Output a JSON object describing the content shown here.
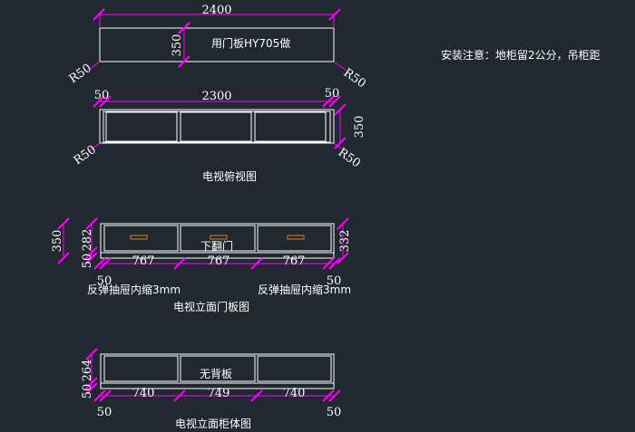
{
  "colors": {
    "background": "#212830",
    "line": "#ffffff",
    "dimension": "#ff00ff",
    "handle": "#d2822a"
  },
  "install_note": "安装注意：地柜留2公分，吊柜距",
  "top_view_1": {
    "width_label": "2400",
    "height_label": "350",
    "material_label": "用门板HY705做",
    "radius_left": "R50",
    "radius_right": "R50"
  },
  "top_view_2": {
    "left_offset": "50",
    "right_offset": "50",
    "width_label": "2300",
    "depth_label": "350",
    "radius_left": "R50",
    "radius_right": "R50",
    "title": "电视俯视图"
  },
  "door_elevation": {
    "total_height": "350",
    "inner_height": "282",
    "base_height": "50",
    "right_height": "332",
    "door_label": "下翻门",
    "drawer_widths": [
      "767",
      "767",
      "767"
    ],
    "left_offset": "50",
    "right_offset": "50",
    "note_left": "反弹抽屉内缩3mm",
    "note_right": "反弹抽屉内缩3mm",
    "title": "电视立面门板图"
  },
  "cabinet_elevation": {
    "inner_height": "264",
    "base_height": "50",
    "back_label": "无背板",
    "section_widths": [
      "740",
      "749",
      "740"
    ],
    "left_offset": "50",
    "right_offset": "50",
    "title": "电视立面柜体图"
  }
}
